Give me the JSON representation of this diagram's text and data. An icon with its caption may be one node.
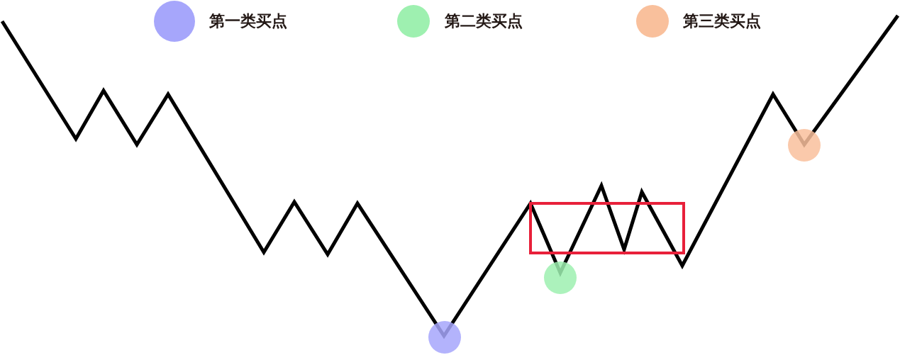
{
  "diagram": {
    "nodes": [
      {
        "text": [],
        "shape": "box"
      }
    ],
    "legend": [
      {
        "text": "第一类买点",
        "color": "#a6a6fb"
      },
      {
        "text": "第二类买点",
        "color": "#9ef0b0"
      },
      {
        "text": "第三类买点",
        "color": "#f9c09c"
      }
    ]
  }
}
